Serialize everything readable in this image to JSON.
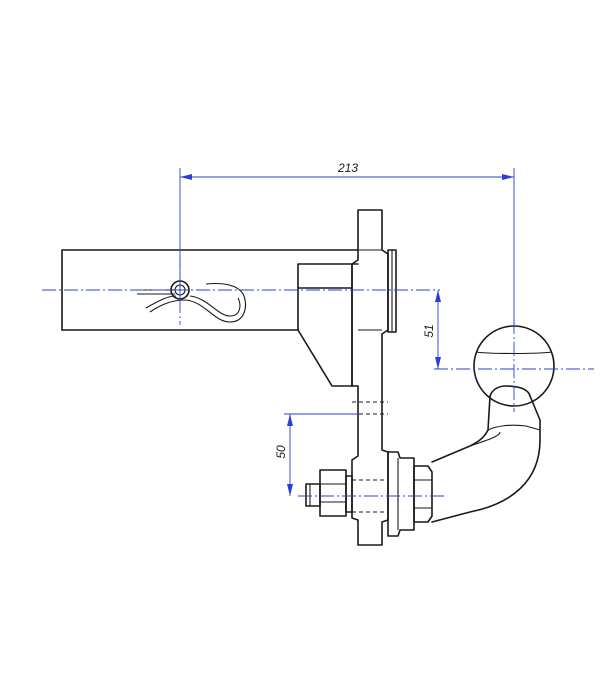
{
  "drawing": {
    "dimensions": {
      "horizontal_213": "213",
      "vertical_51": "51",
      "vertical_50": "50"
    },
    "colors": {
      "outline": "#1a1a1a",
      "dimension_lines": "#2b3fd6",
      "background": "#ffffff"
    }
  }
}
